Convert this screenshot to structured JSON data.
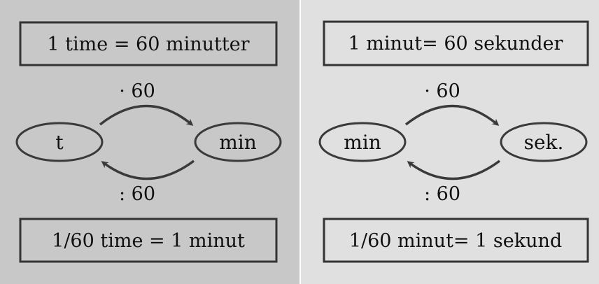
{
  "colors": {
    "left_bg": "#c8c8c8",
    "right_bg": "#e0e0e0",
    "stroke": "#3a3a3a"
  },
  "left": {
    "top_box": "1 time = 60 minutter",
    "bottom_box": "1/60 time = 1 minut",
    "node_a": "t",
    "node_b": "min",
    "forward_label": "· 60",
    "backward_label": ": 60"
  },
  "right": {
    "top_box": "1 minut= 60 sekunder",
    "bottom_box": "1/60 minut= 1 sekund",
    "node_a": "min",
    "node_b": "sek.",
    "forward_label": "· 60",
    "backward_label": ": 60"
  }
}
